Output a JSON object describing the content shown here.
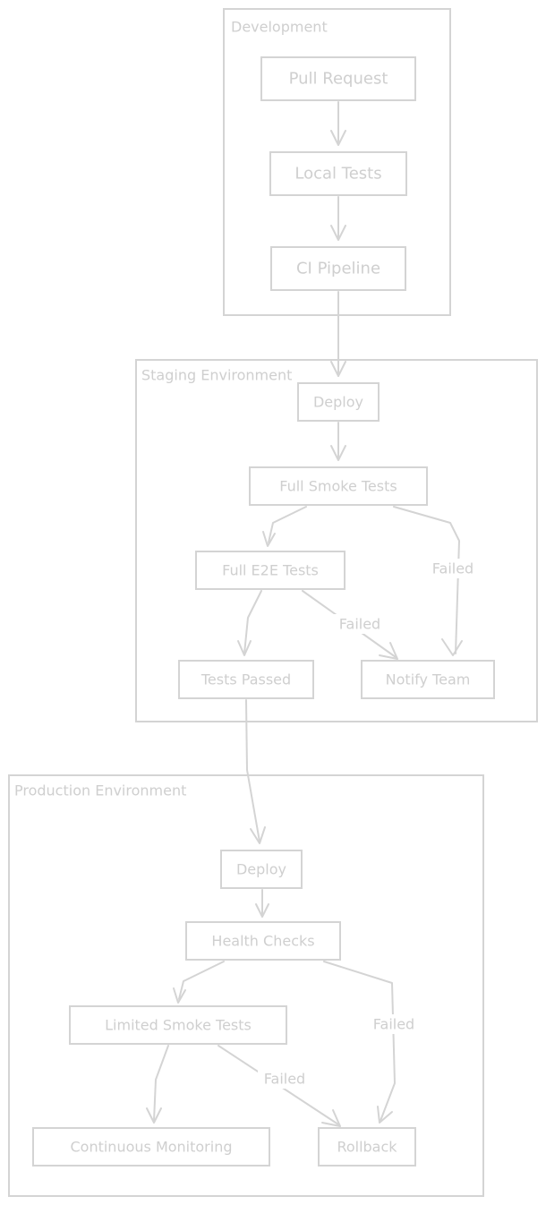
{
  "diagram": {
    "clusters": {
      "development": "Development",
      "staging": "Staging Environment",
      "production": "Production Environment"
    },
    "nodes": {
      "pull_request": "Pull Request",
      "local_tests": "Local Tests",
      "ci_pipeline": "CI Pipeline",
      "staging_deploy": "Deploy",
      "full_smoke_tests": "Full Smoke Tests",
      "full_e2e_tests": "Full E2E Tests",
      "tests_passed": "Tests Passed",
      "notify_team": "Notify Team",
      "prod_deploy": "Deploy",
      "health_checks": "Health Checks",
      "limited_smoke_tests": "Limited Smoke Tests",
      "continuous_monitoring": "Continuous Monitoring",
      "rollback": "Rollback"
    },
    "edge_labels": {
      "smoke_failed": "Failed",
      "e2e_failed": "Failed",
      "health_failed": "Failed",
      "limited_smoke_failed": "Failed"
    },
    "colors": {
      "stroke": "#d4d4d4",
      "text": "#cfcfcf",
      "background": "#ffffff"
    }
  }
}
